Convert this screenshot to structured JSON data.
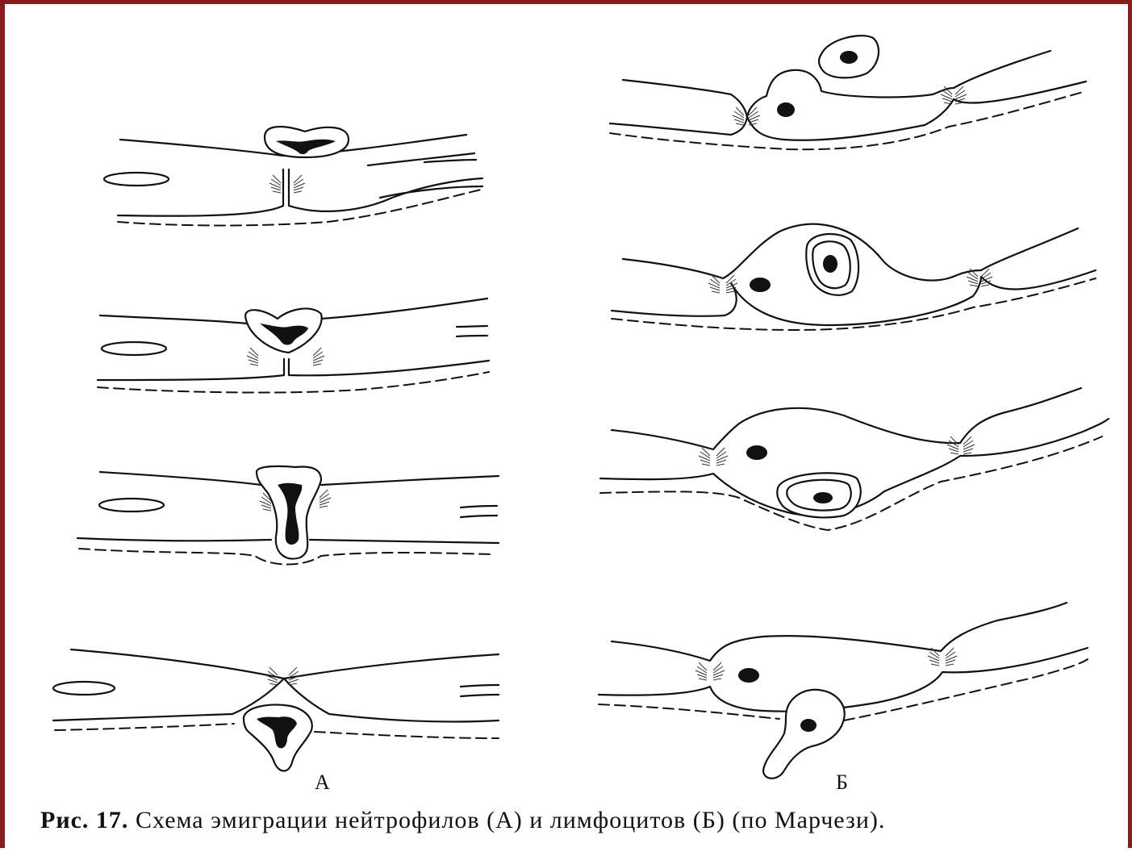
{
  "panels": {
    "left_label": "А",
    "right_label": "Б"
  },
  "caption": {
    "fig_number": "Рис. 17.",
    "text": "Схема эмиграции нейтрофилов (А) и лимфоцитов (Б) (по Марчези)."
  },
  "colors": {
    "frame": "#8b1a1a",
    "ink": "#111111",
    "background": "#ffffff"
  }
}
